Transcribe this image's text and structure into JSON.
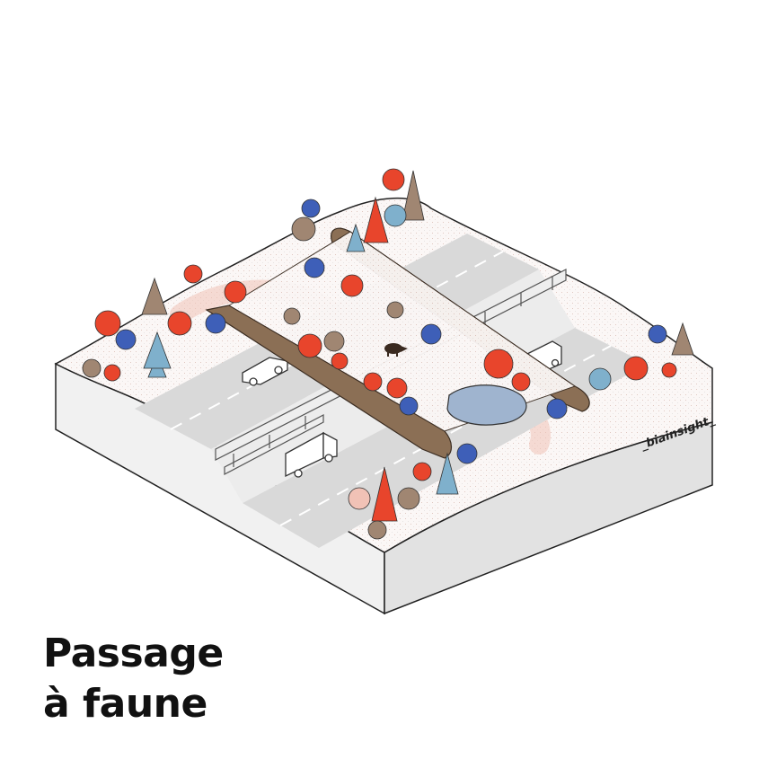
{
  "title": {
    "line1": "Passage",
    "line2": "à faune"
  },
  "brand": "_biainsight_",
  "colors": {
    "accent_red": "#e8452c",
    "accent_blue": "#3e5fb8",
    "accent_lightblue": "#7fb0cc",
    "accent_brown": "#a08672",
    "accent_pink": "#f1c2b6",
    "bridge": "#8b6f55",
    "road": "#d9d9d9",
    "ground": "#fbf7f6",
    "water": "#9fb4cf"
  },
  "icons": [
    "wild-boar-icon",
    "car-icon",
    "truck-icon",
    "pond-icon",
    "tree-icon",
    "guardrail-icon"
  ]
}
